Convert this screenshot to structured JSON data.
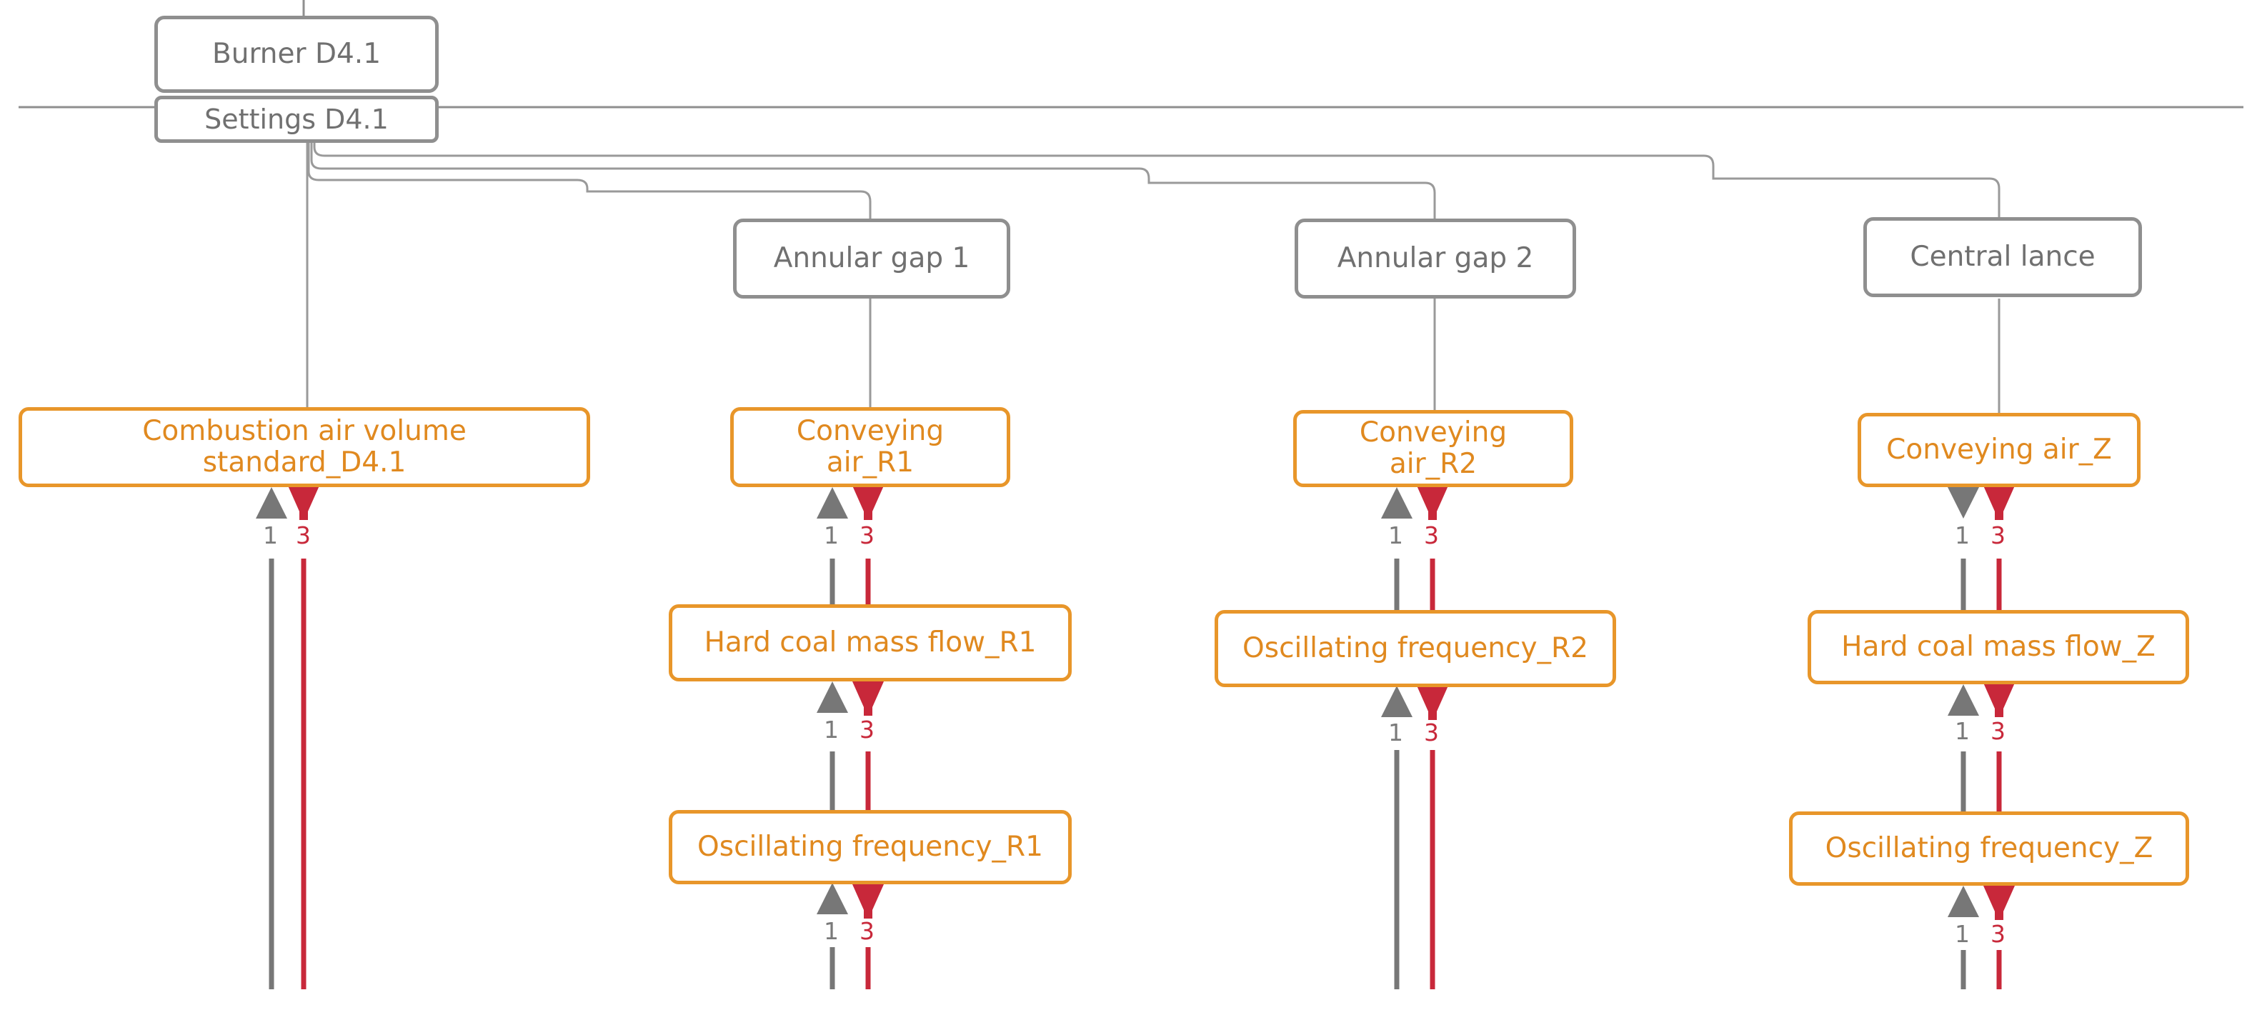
{
  "colors": {
    "structure_border": "#8f8f8f",
    "structure_text": "#707070",
    "signal_border": "#e8962a",
    "signal_text": "#e0891f",
    "up_arrow": "#707070",
    "down_arrow": "#c8283a"
  },
  "header": {
    "burner": "Burner D4.1",
    "settings": "Settings D4.1"
  },
  "groups": [
    {
      "label": "Annular gap 1"
    },
    {
      "label": "Annular gap 2"
    },
    {
      "label": "Central lance"
    }
  ],
  "signals": {
    "combustion_air": "Combustion air volume standard_D4.1",
    "conveying_air_r1_line1": "Conveying",
    "conveying_air_r1_line2": "air_R1",
    "hard_coal_r1": "Hard coal mass flow_R1",
    "osc_freq_r1": "Oscillating frequency_R1",
    "conveying_air_r2_line1": "Conveying",
    "conveying_air_r2_line2": "air_R2",
    "osc_freq_r2": "Oscillating frequency_R2",
    "conveying_air_z": "Conveying air_Z",
    "hard_coal_z": "Hard coal mass flow_Z",
    "osc_freq_z": "Oscillating frequency_Z"
  },
  "connector_counts": {
    "up": "1",
    "down": "3"
  },
  "combustion_air_lines": {
    "line1": "Combustion air volume",
    "line2": "standard_D4.1"
  }
}
